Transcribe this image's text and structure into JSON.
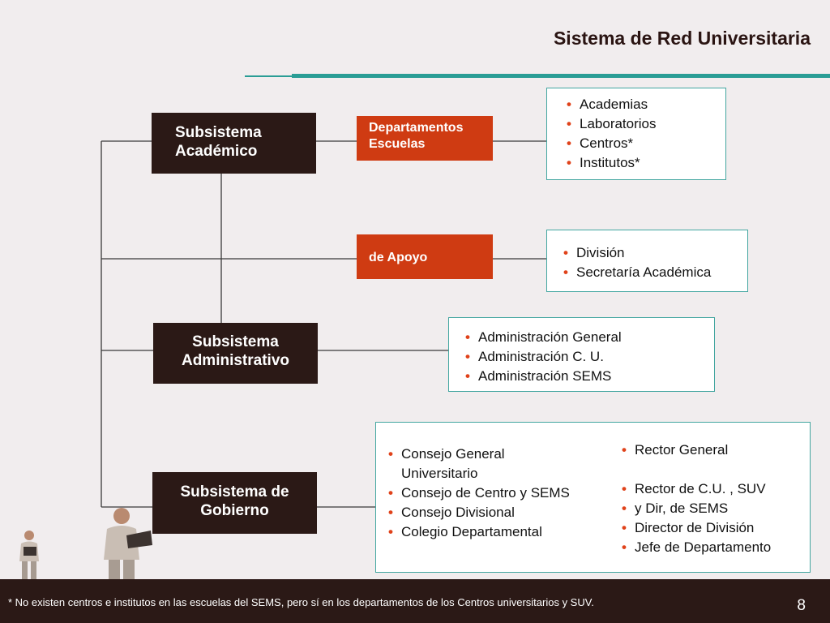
{
  "slide": {
    "title": "Sistema de Red Universitaria",
    "page_number": "8",
    "footnote": "* No existen centros e institutos en las escuelas del SEMS, pero sí en los departamentos de los Centros universitarios y SUV."
  },
  "boxes": {
    "academico": {
      "line1": "Subsistema",
      "line2": "Académico"
    },
    "departamentos": {
      "line1": "Departamentos",
      "line2": "Escuelas"
    },
    "apoyo": {
      "label": "de Apoyo"
    },
    "administrativo": {
      "line1": "Subsistema",
      "line2": "Administrativo"
    },
    "gobierno": {
      "line1": "Subsistema de",
      "line2": "Gobierno"
    }
  },
  "lists": {
    "departamentos": [
      "Academias",
      "Laboratorios",
      "Centros*",
      "Institutos*"
    ],
    "apoyo": [
      "División",
      "Secretaría Académica"
    ],
    "administrativo": [
      "Administración General",
      "Administración C. U.",
      "Administración SEMS"
    ],
    "gobierno_left": [
      "Consejo General Universitario",
      "Consejo de Centro y SEMS",
      "Consejo Divisional",
      "Colegio Departamental"
    ],
    "gobierno_right_top": [
      "Rector General"
    ],
    "gobierno_right_bottom": [
      "Rector de C.U. , SUV",
      "y Dir, de SEMS",
      "Director de División",
      "Jefe de Departamento"
    ]
  },
  "colors": {
    "dark": "#2b1916",
    "orange": "#cf3b12",
    "teal": "#2a9d95",
    "bullet": "#e0421a",
    "background": "#f1edee"
  }
}
